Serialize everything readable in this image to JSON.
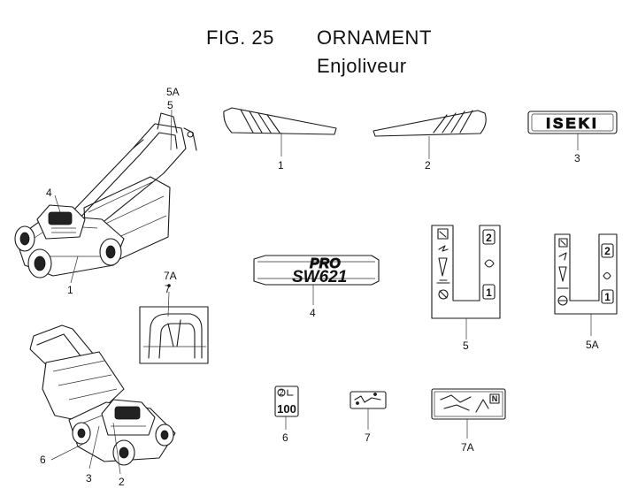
{
  "header": {
    "figure": "FIG. 25",
    "title": "ORNAMENT",
    "subtitle": "Enjoliveur"
  },
  "callouts": {
    "mower_top": [
      "5A",
      "5",
      "4",
      "1"
    ],
    "mower_bottom": [
      "6",
      "3",
      "2"
    ],
    "handle_detail": [
      "7A",
      "7"
    ],
    "parts": [
      "1",
      "2",
      "3",
      "4",
      "5",
      "5A",
      "6",
      "7",
      "7A"
    ]
  },
  "decals": {
    "brand": "ISEKI",
    "model": "SW621",
    "model_suffix": "PRO",
    "panel_5": [
      "2",
      "1"
    ],
    "panel_5a": [
      "2",
      "1"
    ],
    "badge_6_top": "2",
    "badge_6_value": "100",
    "panel_7a_letter": "N"
  },
  "icons": {
    "mower_top": "lawn-mower-illustration",
    "mower_bottom": "lawn-mower-illustration",
    "handle": "handle-detail-illustration"
  }
}
